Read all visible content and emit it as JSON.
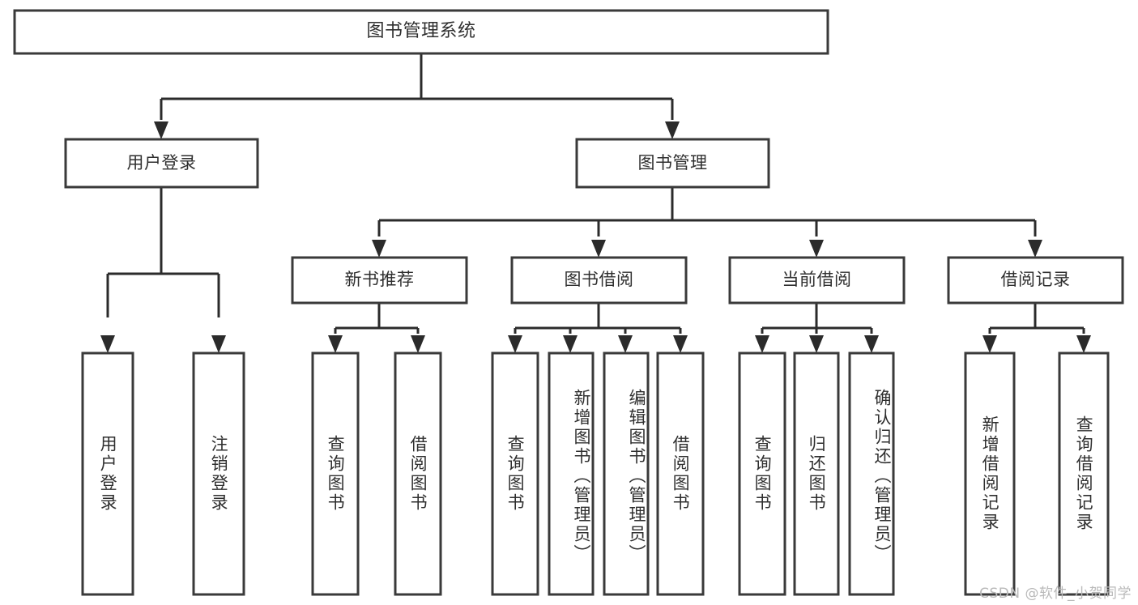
{
  "diagram": {
    "title": "图书管理系统",
    "type": "tree-hierarchy-chart",
    "watermark": "CSDN @软件_小贺同学",
    "colors": {
      "background": "#ffffff",
      "box_border": "#3a3a3a",
      "connector": "#2b2b2b",
      "text": "#2f2f2f",
      "watermark": "#b9b9b9"
    }
  },
  "root": {
    "label": "图书管理系统"
  },
  "level1": [
    {
      "label": "用户登录"
    },
    {
      "label": "图书管理"
    }
  ],
  "level2": [
    {
      "label": "新书推荐"
    },
    {
      "label": "图书借阅"
    },
    {
      "label": "当前借阅"
    },
    {
      "label": "借阅记录"
    }
  ],
  "leaves": {
    "user_login": [
      {
        "label": "用户登录"
      },
      {
        "label": "注销登录"
      }
    ],
    "new_book_recommend": [
      {
        "label": "查询图书"
      },
      {
        "label": "借阅图书"
      }
    ],
    "book_borrow": [
      {
        "label": "查询图书"
      },
      {
        "label": "新增图书（管理员）"
      },
      {
        "label": "编辑图书（管理员）"
      },
      {
        "label": "借阅图书"
      }
    ],
    "current_borrow": [
      {
        "label": "查询图书"
      },
      {
        "label": "归还图书"
      },
      {
        "label": "确认归还（管理员）"
      }
    ],
    "borrow_record": [
      {
        "label": "新增借阅记录"
      },
      {
        "label": "查询借阅记录"
      }
    ]
  }
}
